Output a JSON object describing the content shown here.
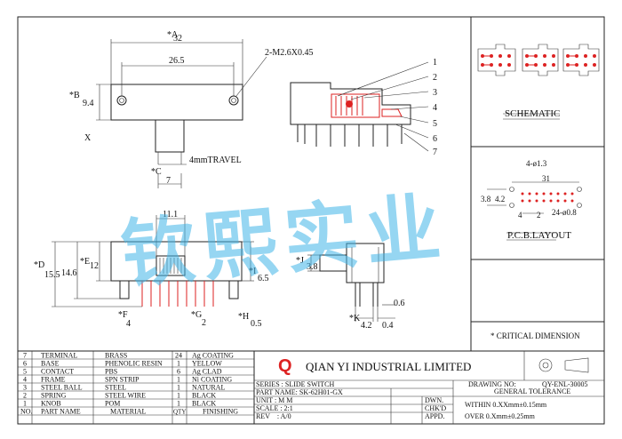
{
  "dimensions": {
    "a_label": "*A",
    "a_value": "32",
    "hole_span": "26.5",
    "hole_spec": "2-M2.6X0.45",
    "b_label": "*B",
    "b_value": "9.4",
    "x_label": "X",
    "travel": "4mmTRAVEL",
    "c_label": "*C",
    "c_value": "7",
    "knob_width": "11.1",
    "d_label": "*D",
    "d_value": "15.5",
    "height_146": "14.6",
    "e_label": "*E",
    "e_value": "12",
    "i_label": "*I",
    "i_value": "6.5",
    "f_label": "*F",
    "f_value": "4",
    "g_label": "*G",
    "g_value": "2",
    "h_label": "*H",
    "h_value": "0.5",
    "j_label": "*J",
    "j_value": "3.8",
    "k_label": "*K",
    "k_value": "4.2",
    "side_06": "0.6",
    "side_04": "0.4"
  },
  "callouts": [
    "1",
    "2",
    "3",
    "4",
    "5",
    "6",
    "7"
  ],
  "schematic": {
    "label": "SCHEMATIC"
  },
  "pcb": {
    "label": "P.C.B.LAYOUT",
    "hole_dia": "4-ø1.3",
    "span": "31",
    "row_a": "3.8",
    "row_b": "4.2",
    "pitch": "4",
    "pitch2": "2",
    "pin_holes": "24-ø0.8"
  },
  "critical": "* CRITICAL  DIMENSION",
  "watermark": "钦熙实业",
  "company": "QIAN YI INDUSTRIAL LIMITED",
  "logo_letter": "Q",
  "title_block": {
    "series": "SERIES : SLIDE SWITCH",
    "part_name": "PART NAME: SK-62H01-GX",
    "unit": "UNIT : M M",
    "scale": "SCALE : 2:1",
    "rev": "REV　: A/0",
    "dwn": "DWN.",
    "chkd": "CHK'D",
    "appd": "APPD.",
    "drawing_no_label": "DRAWING NO:",
    "drawing_no": "QY-ENL-30005",
    "tolerance_title": "GENERAL TOLERANCE",
    "tol_1": "WITHIN 0.XXmm±0.15mm",
    "tol_2": "OVER   0.Xmm±0.25mm"
  },
  "bom_rows": [
    {
      "no": "7",
      "part": "TERMINAL",
      "material": "BRASS",
      "qty": "24",
      "finish": "Ag COATING"
    },
    {
      "no": "6",
      "part": "BASE",
      "material": "PHENOLIC RESIN",
      "qty": "1",
      "finish": "YELLOW"
    },
    {
      "no": "5",
      "part": "CONTACT",
      "material": "PBS",
      "qty": "6",
      "finish": "Ag CLAD"
    },
    {
      "no": "4",
      "part": "FRAME",
      "material": "SPN STRIP",
      "qty": "1",
      "finish": "Ni COATING"
    },
    {
      "no": "3",
      "part": "STEEL BALL",
      "material": "STEEL",
      "qty": "1",
      "finish": "NATURAL"
    },
    {
      "no": "2",
      "part": "SPRING",
      "material": "STEEL WIRE",
      "qty": "1",
      "finish": "BLACK"
    },
    {
      "no": "1",
      "part": "KNOB",
      "material": "POM",
      "qty": "1",
      "finish": "BLACK"
    }
  ],
  "bom_header": {
    "no": "NO.",
    "part": "PART NAME",
    "material": "MATERIAL",
    "qty": "QTY",
    "finish": "FINISHING"
  }
}
